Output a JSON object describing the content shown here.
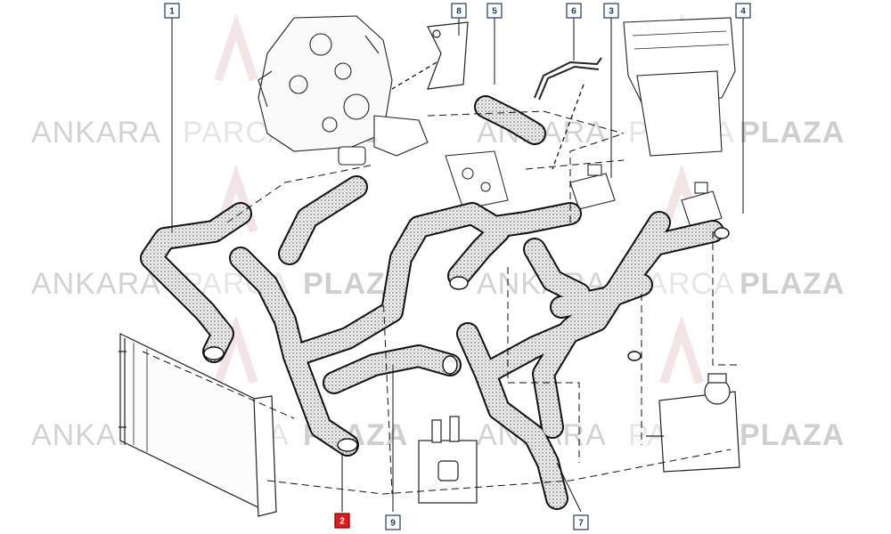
{
  "watermark": {
    "part1": "ANKARA",
    "part2": "PARCA",
    "part3": "PLAZA"
  },
  "callouts": [
    {
      "id": "1",
      "highlighted": false
    },
    {
      "id": "8",
      "highlighted": false
    },
    {
      "id": "5",
      "highlighted": false
    },
    {
      "id": "6",
      "highlighted": false
    },
    {
      "id": "3",
      "highlighted": false
    },
    {
      "id": "4",
      "highlighted": false
    },
    {
      "id": "2",
      "highlighted": true
    },
    {
      "id": "9",
      "highlighted": false
    },
    {
      "id": "7",
      "highlighted": false
    }
  ],
  "colors": {
    "callout_box": "#1a3a6b",
    "callout_highlight": "#e11b1b",
    "hose_fill": "#f4f4f4",
    "line": "#111111",
    "watermark": "#d0d0d0"
  }
}
